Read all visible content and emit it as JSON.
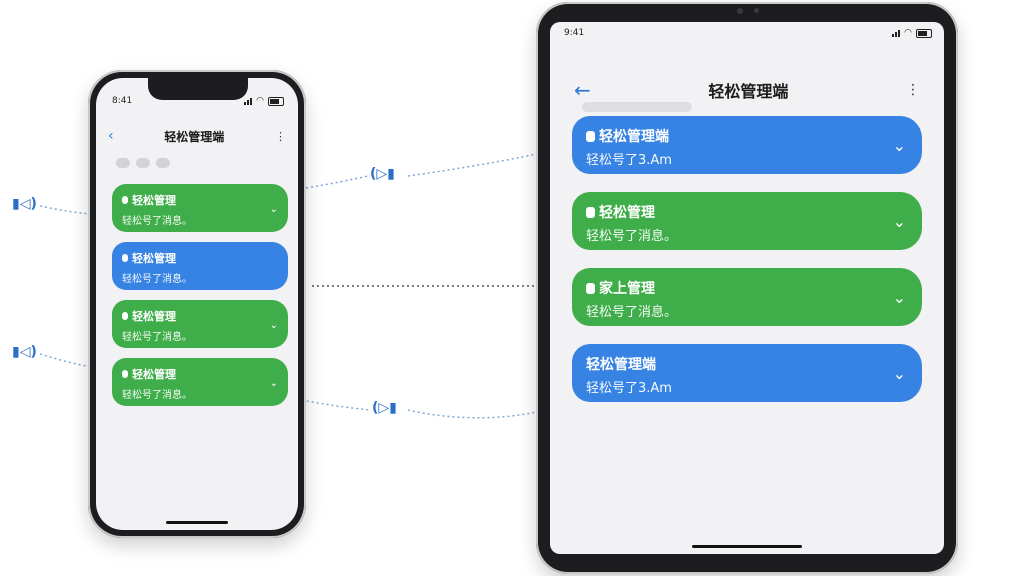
{
  "colors": {
    "green_bubble": "#3fae4a",
    "blue_bubble": "#3683e3",
    "back_arrow": "#2f7bd6",
    "signal_icon": "#2c6fc7"
  },
  "phone": {
    "status_time": "8:41",
    "nav": {
      "back_icon": "arrow-left-icon",
      "title": "轻松管理端",
      "more_icon": "more-vertical-icon"
    },
    "messages": [
      {
        "color": "green",
        "title": "轻松管理",
        "sub": "轻松号了消息。"
      },
      {
        "color": "blue",
        "title": "轻松管理",
        "sub": "轻松号了消息。"
      },
      {
        "color": "green",
        "title": "轻松管理",
        "sub": "轻松号了消息。"
      },
      {
        "color": "green",
        "title": "轻松管理",
        "sub": "轻松号了消息。"
      }
    ]
  },
  "tablet": {
    "status_time": "9:41",
    "nav": {
      "back_icon": "arrow-left-icon",
      "title": "轻松管理端",
      "more_icon": "more-vertical-icon"
    },
    "messages": [
      {
        "color": "blue",
        "title": "轻松管理端",
        "sub": "轻松号了3.Am"
      },
      {
        "color": "green",
        "title": "轻松管理",
        "sub": "轻松号了消息。"
      },
      {
        "color": "green",
        "title": "家上管理",
        "sub": "轻松号了消息。"
      },
      {
        "color": "blue",
        "title": "轻松管理端",
        "sub": "轻松号了3.Am"
      }
    ]
  }
}
